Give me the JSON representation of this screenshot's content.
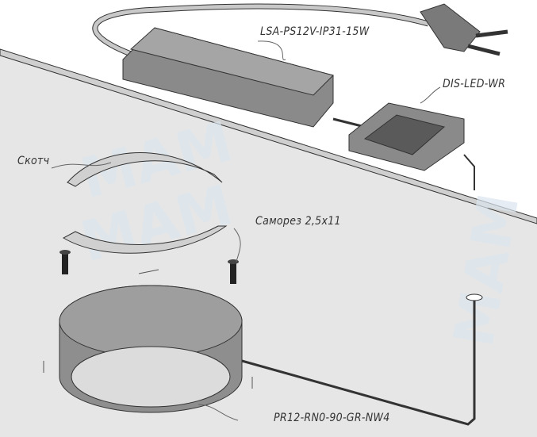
{
  "labels": {
    "driver": "LSA-PS12V-IP31-15W",
    "switch": "DIS-LED-WR",
    "tape": "Скотч",
    "screw": "Саморез 2,5x11",
    "light": "PR12-RN0-90-GR-NW4"
  },
  "watermark": "MAM",
  "colors": {
    "board": "#e6e6e6",
    "line": "#333333",
    "device": "#8a8a8a",
    "watermark": "#dbe5ee"
  }
}
